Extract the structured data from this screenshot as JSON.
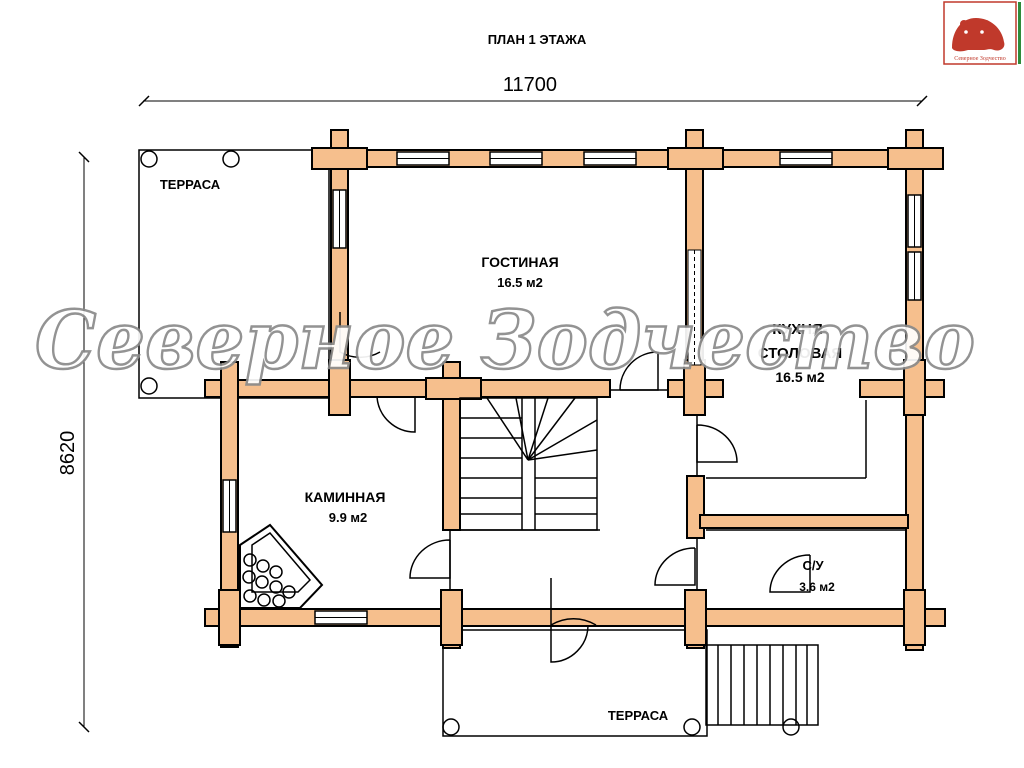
{
  "title": "ПЛАН 1 ЭТАЖА",
  "dimensions": {
    "width": "11700",
    "height": "8620"
  },
  "rooms": {
    "terrace_top": "ТЕРРАСА",
    "living_name": "ГОСТИНАЯ",
    "living_area": "16.5 м2",
    "kitchen_name_1": "КУХНЯ-",
    "kitchen_name_2": "СТОЛОВАЯ",
    "kitchen_area": "16.5 м2",
    "fireplace_name": "КАМИННАЯ",
    "fireplace_area": "9.9 м2",
    "bath_name": "С/У",
    "bath_area": "3.6 м2",
    "terrace_bottom": "ТЕРРАСА"
  },
  "logo": {
    "caption": "Северное Зодчество"
  },
  "watermark": "Северное Зодчество",
  "colors": {
    "log": "#f6bf8d",
    "line": "#000000",
    "logo": "#c0392b"
  }
}
